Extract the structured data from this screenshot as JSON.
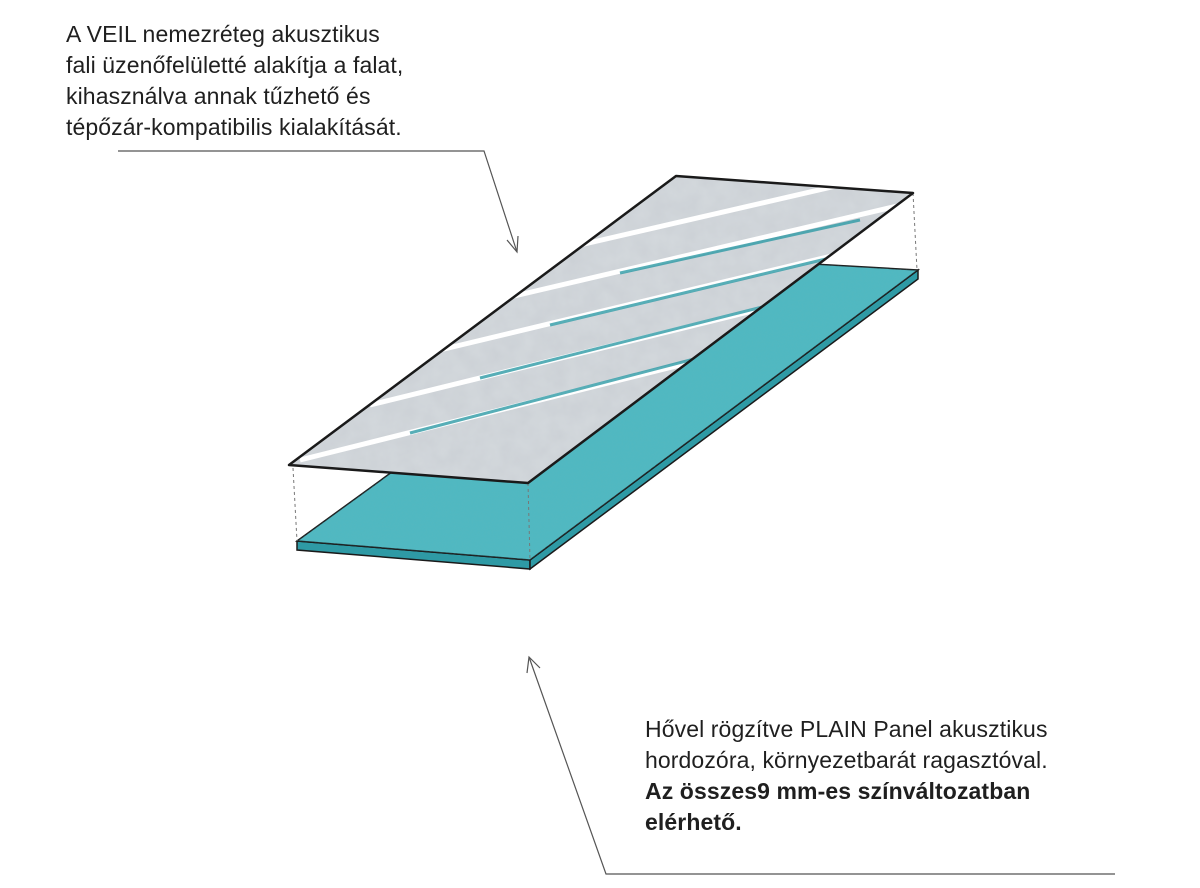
{
  "annotations": {
    "top": {
      "lines": [
        "A VEIL nemezréteg akusztikus",
        "fali üzenőfelületté alakítja a falat,",
        "kihasználva annak tűzhető és",
        "tépőzár-kompatibilis kialakítását."
      ]
    },
    "bottom": {
      "lines": [
        "Hővel rögzítve PLAIN Panel akusztikus",
        "hordozóra, környezetbarát ragasztóval."
      ],
      "bold_lines": [
        "Az összes9 mm-es színváltozatban",
        "elérhető."
      ]
    }
  },
  "colors": {
    "veil_felt": "#d4d9dd",
    "veil_stripe": "#ffffff",
    "plain_panel_top": "#4fb9c2",
    "plain_panel_edge": "#2e9aa5",
    "outline": "#1a1a1a",
    "leader_line": "#555555"
  }
}
